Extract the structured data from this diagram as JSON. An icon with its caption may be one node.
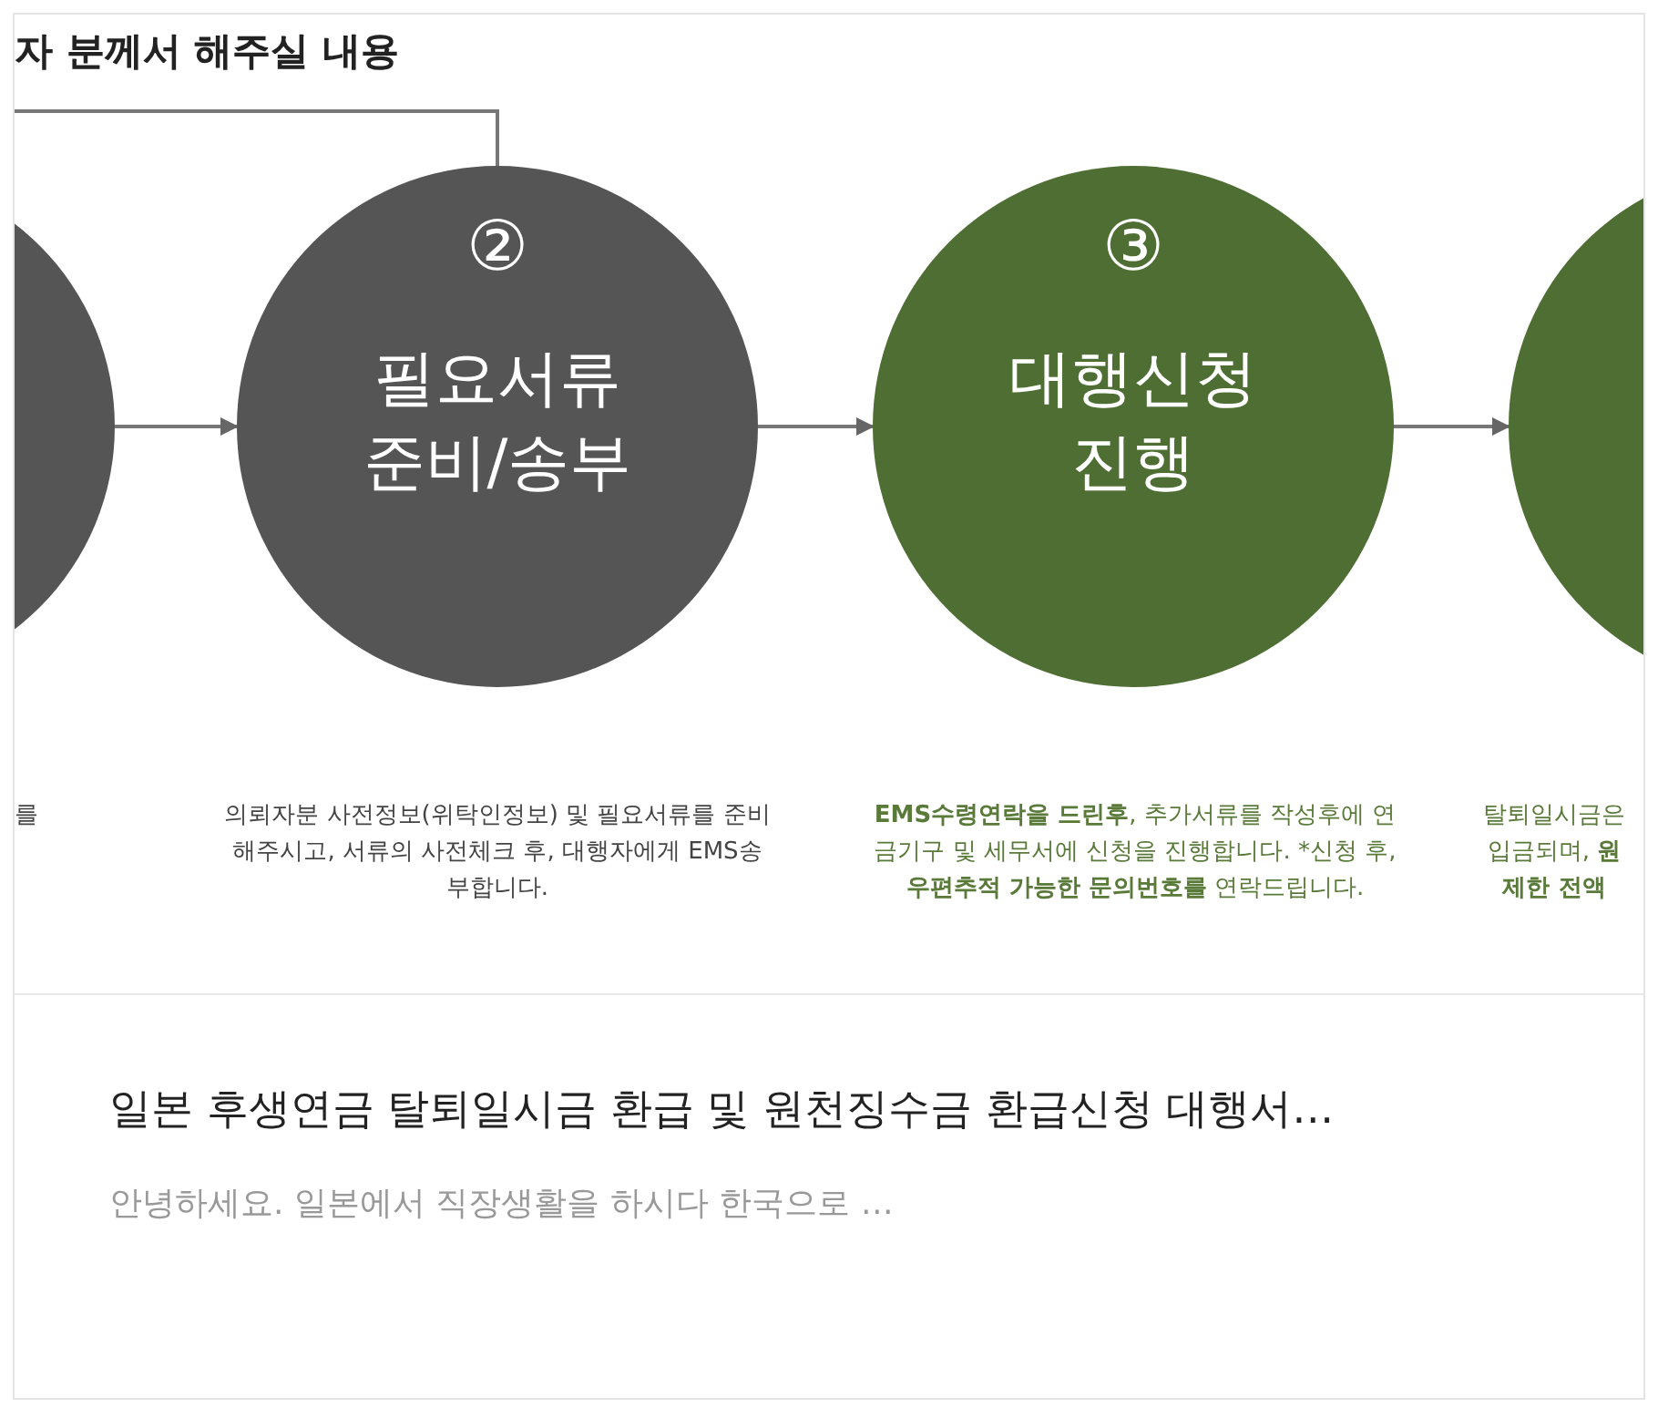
{
  "diagram": {
    "nodes": [
      {
        "text": [],
        "shape": "circle"
      },
      {
        "text": [
          "②",
          "필요서류 준비/송부"
        ]
      },
      {
        "text": [
          "③",
          "대행신청 진행"
        ]
      },
      {
        "text": [],
        "shape": "circle"
      }
    ],
    "edges": [
      {
        "from": null,
        "to": 1,
        "arrow": "none"
      },
      {
        "from": 0,
        "to": 1,
        "arrow": "to"
      },
      {
        "from": 1,
        "to": 2,
        "arrow": "to"
      },
      {
        "from": 2,
        "to": 3,
        "arrow": "to"
      }
    ],
    "labels": [
      "자 분께서 해주실 내용",
      "를",
      "의뢰자분 사전정보(위탁인정보) 및 필요서류를 준비해주시고, 서류의 사전체크 후, 대행자에게 EMS송부합니다.",
      "**EMS수령연락을 드린후**, 추가서류를 작성후에 연금기구 및 세무서에 신청을 진행합니다. *신청 후, **우편추적 가능한 문의번호를** 연락드립니다.",
      "탈퇴일시금은 입금되며, **원** **제한 전액**",
      "일본 후생연금 탈퇴일시금 환급 및 원천징수금 환급신청 대행서…",
      "안녕하세요. 일본에서 직장생활을 하시다 한국으로 …"
    ]
  }
}
